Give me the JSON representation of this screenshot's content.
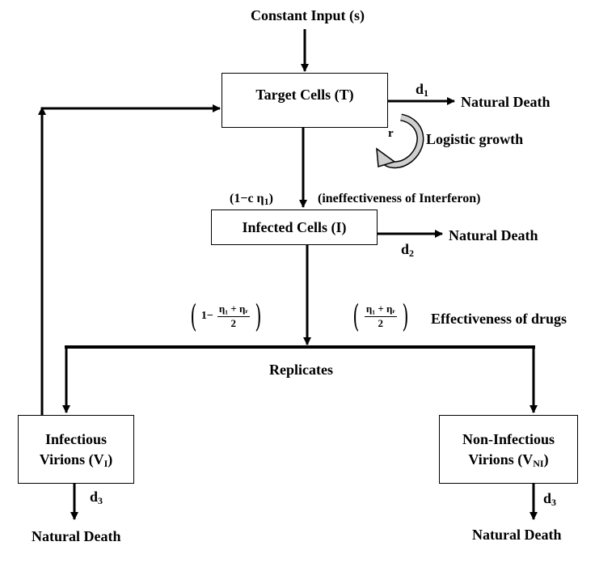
{
  "nodes": {
    "constant_input": "Constant Input (s)",
    "target_cells": "Target Cells (T)",
    "infected_cells": "Infected Cells (I)",
    "infectious_virions": {
      "line1": "Infectious",
      "line2_prefix": "Virions (V",
      "sub": "I",
      "line2_suffix": ")"
    },
    "noninfectious_virions": {
      "line1": "Non-Infectious",
      "line2_prefix": "Virions (V",
      "sub": "NI",
      "line2_suffix": ")"
    }
  },
  "labels": {
    "d1": {
      "base": "d",
      "sub": "1"
    },
    "d2": {
      "base": "d",
      "sub": "2"
    },
    "d3_left": {
      "base": "d",
      "sub": "3"
    },
    "d3_right": {
      "base": "d",
      "sub": "3"
    },
    "natural_death_target": "Natural Death",
    "natural_death_infected": "Natural Death",
    "natural_death_infectious": "Natural Death",
    "natural_death_noninfectious": "Natural Death",
    "r": "r",
    "logistic_growth": "Logistic growth",
    "interferon_factor": {
      "prefix": "(1−c η",
      "sub": "1",
      "suffix": ")"
    },
    "ineffectiveness": "(ineffectiveness of Interferon)",
    "replicates": "Replicates",
    "effectiveness_of_drugs": "Effectiveness of drugs"
  },
  "fractions": {
    "left": {
      "one": "1−",
      "num": "η₁ + ηᵣ",
      "den": "2",
      "open": "(",
      "close": ")"
    },
    "right": {
      "num": "η₁ + ηᵣ",
      "den": "2",
      "open": "(",
      "close": ")"
    }
  }
}
